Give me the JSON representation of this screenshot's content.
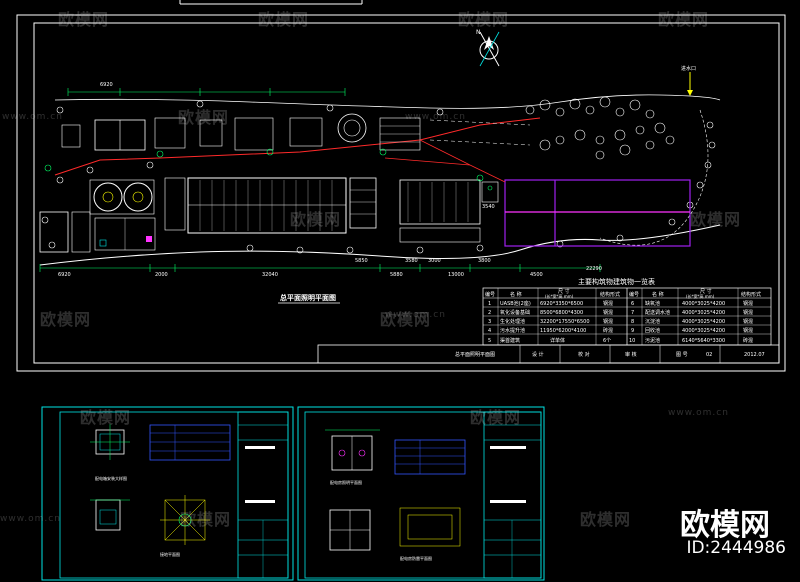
{
  "main_sheet": {
    "title": "总平面照明平面图",
    "title_bar": {
      "drawing_label": "总平面照明平面图",
      "design": "设 计",
      "check": "校 对",
      "review": "审 核",
      "drawing_no_label": "图 号",
      "drawing_no": "02",
      "date": "2012.07"
    },
    "table": {
      "title": "主要构筑物建筑物一览表",
      "headers_left": [
        "编号",
        "名 称",
        "尺 寸",
        "结构形式"
      ],
      "headers_left_sub": "(长*宽*高 mm)",
      "headers_right": [
        "编号",
        "名 称",
        "尺 寸",
        "结构形式"
      ],
      "headers_right_sub": "(长*宽*高 mm)",
      "rows_left": [
        [
          "1",
          "UASB池(2座)",
          "6920*3350*6500",
          "钢混"
        ],
        [
          "2",
          "氧化设备基础",
          "8500*6800*4300",
          "钢混"
        ],
        [
          "3",
          "生化处理池",
          "32200*17550*6500",
          "钢混"
        ],
        [
          "4",
          "污水提升池",
          "11950*6200*4100",
          "砖混"
        ],
        [
          "5",
          "渠首建筑",
          "详单体",
          "6个"
        ]
      ],
      "rows_right": [
        [
          "6",
          "缺氧池",
          "4000*3025*4200",
          "钢混"
        ],
        [
          "7",
          "配送调水池",
          "4000*3025*4200",
          "钢混"
        ],
        [
          "8",
          "沉淀池",
          "4000*3025*4200",
          "钢混"
        ],
        [
          "9",
          "回收池",
          "4000*3025*4200",
          "钢混"
        ],
        [
          "10",
          "污泥池",
          "6140*5640*3300",
          "砖混"
        ]
      ]
    },
    "dimensions": [
      "6920",
      "32040",
      "5880",
      "3000",
      "13000",
      "3800",
      "4500",
      "22290",
      "3540",
      "2000",
      "3580",
      "5850"
    ],
    "north_label": "N",
    "inlet_label": "进水口"
  },
  "detail_sheets": [
    {
      "name": "sheet-left",
      "title_a": "配电箱安装大样图",
      "title_b": "接地平面图"
    },
    {
      "name": "sheet-right",
      "title_a": "配电房照明平面图",
      "title_b": "配电房防雷平面图"
    }
  ],
  "watermark": {
    "text": "欧模网",
    "url": "www.om.cn"
  },
  "brand": {
    "logo": "欧模网",
    "id": "ID:2444986"
  },
  "colors": {
    "background": "#000000",
    "frame": "#ffffff",
    "cyan": "#00e5e5",
    "green": "#00ff66",
    "yellow": "#ffff00",
    "magenta": "#ff33ff",
    "red": "#ff2a2a",
    "purple": "#a020f0",
    "blue": "#3355ff"
  }
}
